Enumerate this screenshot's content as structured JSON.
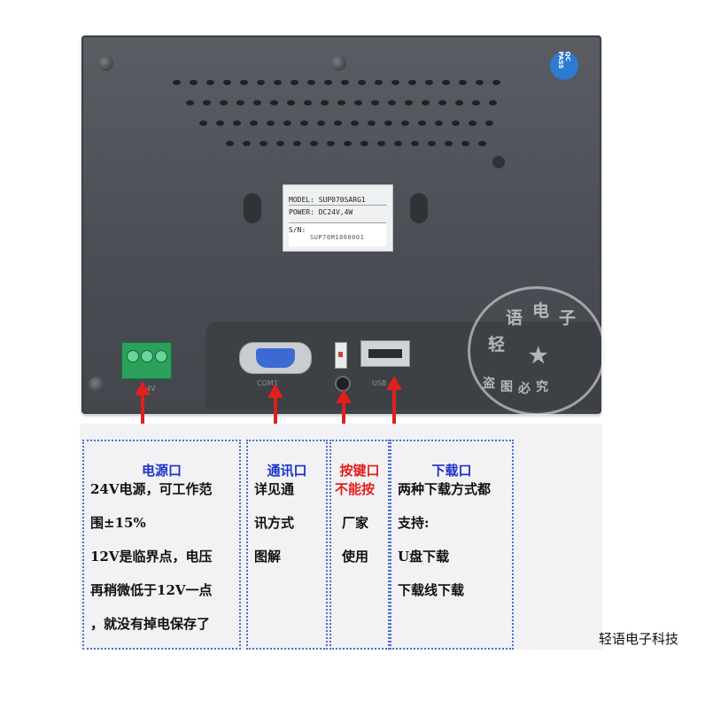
{
  "device": {
    "badge": "QC PASS",
    "label": {
      "model": "MODEL: SUP070SARG1",
      "power": "POWER: DC24V,4W",
      "sn_label": "S/N:",
      "sn_value": "SUP70M1860001"
    },
    "ports": {
      "power": "24V",
      "com": "COM1",
      "usb": "USB"
    },
    "seal_text": [
      "轻",
      "语",
      "电",
      "子",
      "★",
      "盗",
      "图",
      "必",
      "究"
    ]
  },
  "annotations": [
    {
      "title": "电源口",
      "lines": [
        "24V电源，可工作范",
        "围±15%",
        "12V是临界点，电压",
        "再稍微低于12V一点",
        "，就没有掉电保存了"
      ]
    },
    {
      "title": "通讯口",
      "lines": [
        "详见通",
        "讯方式",
        "图解"
      ]
    },
    {
      "title": "按键口",
      "lines": [
        "不能按",
        "厂家",
        "使用"
      ]
    },
    {
      "title": "下载口",
      "lines": [
        "两种下载方式都",
        "支持:",
        "U盘下载",
        "下载线下载"
      ]
    }
  ],
  "brand": "轻语电子科技",
  "colors": {
    "accent_blue": "#1c33c8",
    "accent_red": "#e0201c",
    "dotted_border": "#4a6fd0"
  }
}
